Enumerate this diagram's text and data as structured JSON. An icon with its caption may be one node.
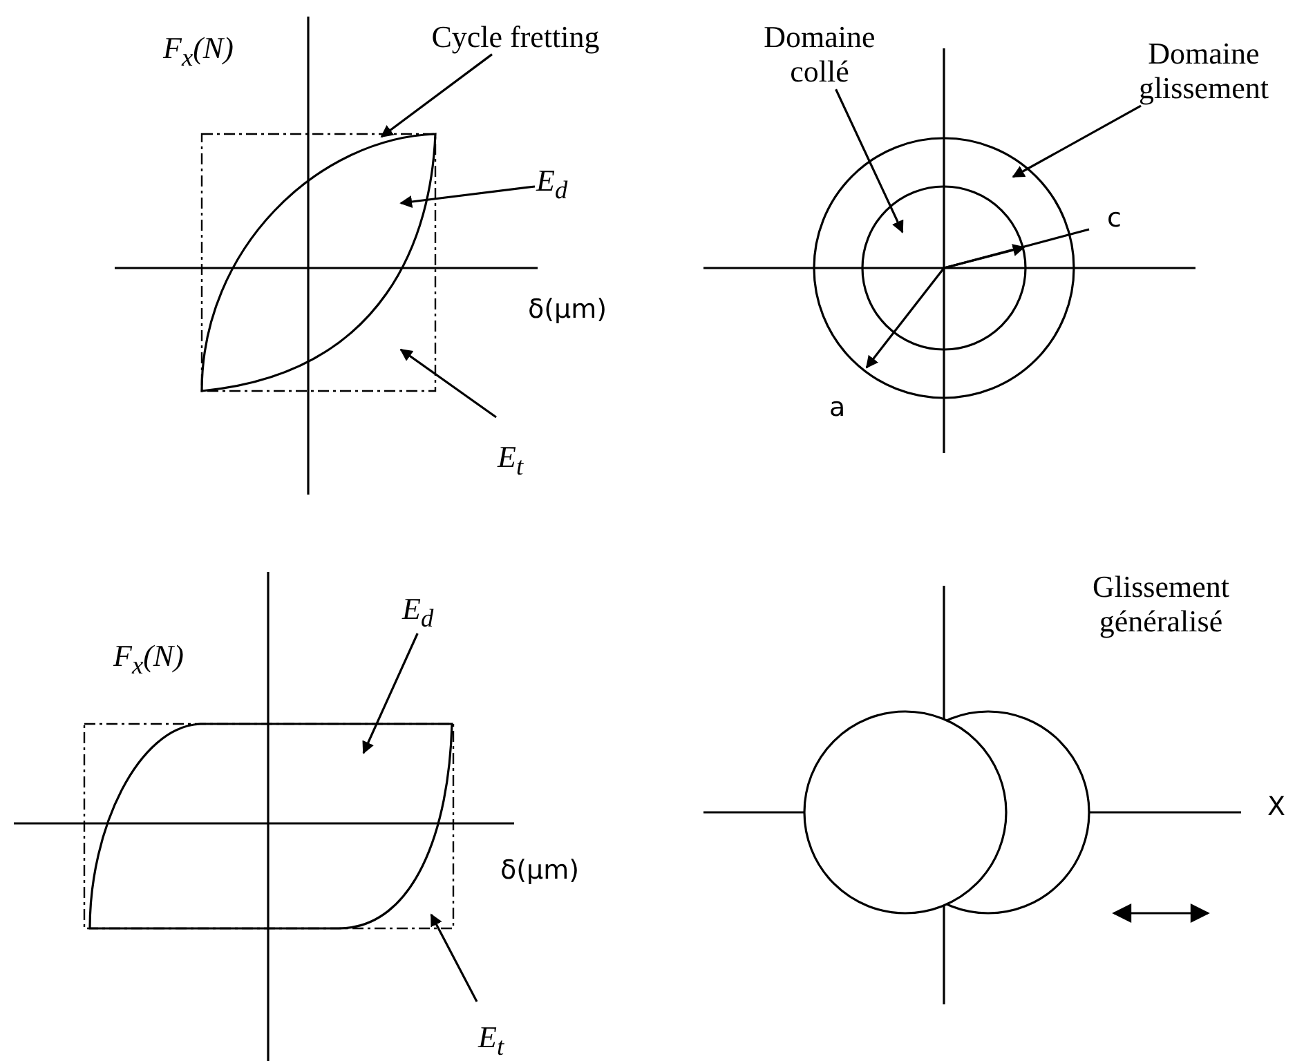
{
  "diagram": {
    "nodes": [
      {
        "text": [
          "Cycle fretting"
        ]
      },
      {
        "text": [
          "E$_{d}$"
        ]
      },
      {
        "text": [
          "E$_{t}$"
        ]
      },
      {
        "text": [
          "Domaine collé"
        ]
      },
      {
        "text": [
          "Domaine glissement"
        ]
      },
      {
        "text": [
          "E$_{d}$"
        ]
      },
      {
        "text": [
          "E$_{t}$"
        ]
      }
    ],
    "edges": [
      {
        "from": 0,
        "to": null,
        "arrow": "to"
      },
      {
        "from": 1,
        "to": null,
        "arrow": "to"
      },
      {
        "from": 2,
        "to": null,
        "arrow": "to"
      },
      {
        "from": 3,
        "to": null,
        "arrow": "to"
      },
      {
        "from": 4,
        "to": null,
        "arrow": "to"
      },
      {
        "from": 5,
        "to": null,
        "arrow": "to"
      },
      {
        "from": 6,
        "to": null,
        "arrow": "to"
      }
    ],
    "labels": [
      "F$_{x}$(N)",
      "δ(μm)",
      "c",
      "a",
      "F$_{x}$(N)",
      "δ(μm)",
      "Glissement généralisé",
      "X"
    ]
  }
}
